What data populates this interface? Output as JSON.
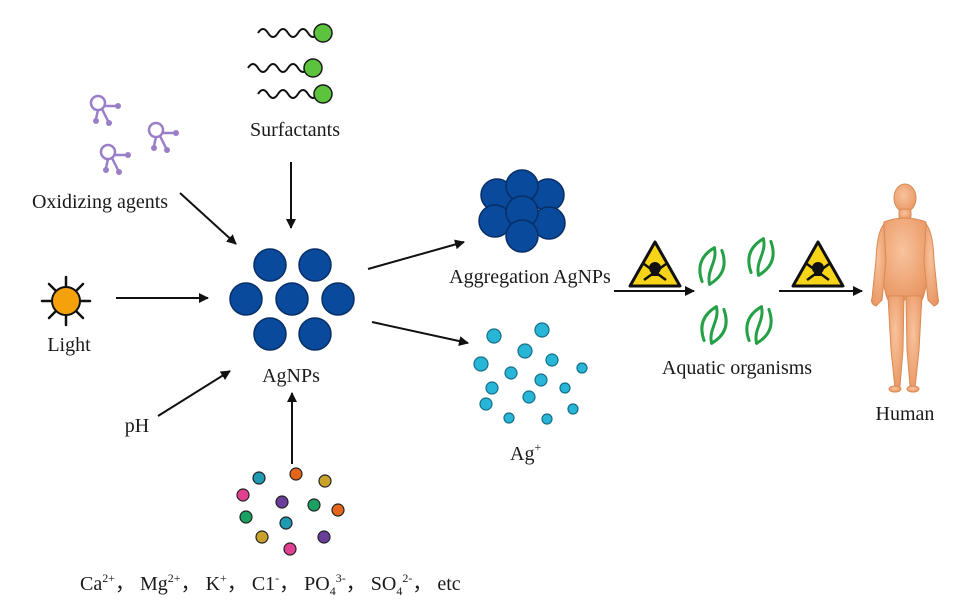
{
  "labels": {
    "surfactants": "Surfactants",
    "oxidizing_agents": "Oxidizing agents",
    "light": "Light",
    "ph": "pH",
    "agnps": "AgNPs",
    "aggregation": "Aggregation AgNPs",
    "ag_ion": "Ag",
    "ag_ion_charge": "+",
    "aquatic": "Aquatic organisms",
    "human": "Human"
  },
  "ions": [
    {
      "base": "Ca",
      "sup": "2+",
      "sub": ""
    },
    {
      "base": "Mg",
      "sup": "2+",
      "sub": ""
    },
    {
      "base": "K",
      "sup": "+",
      "sub": ""
    },
    {
      "base": "C1",
      "sup": "-",
      "sub": ""
    },
    {
      "base": "PO",
      "sup": "3-",
      "sub": "4"
    },
    {
      "base": "SO",
      "sup": "2-",
      "sub": "4"
    }
  ],
  "ions_separator": "，",
  "ions_tail": "etc",
  "colors": {
    "agnp": "#0a4a9c",
    "agnp_stroke": "#072f66",
    "ag_ion": "#27b6d8",
    "surfactant_head": "#5cc43c",
    "oxidizer": "#9b7ec8",
    "light_sun": "#f5a10c",
    "algae": "#25a046",
    "hazard_fill": "#f7d417",
    "skin": "#f2ad7f",
    "arrow": "#111111"
  },
  "icons": {
    "hazard": "skull-crossbones-warning-icon",
    "sun": "sun-icon",
    "human": "human-figure-icon"
  }
}
